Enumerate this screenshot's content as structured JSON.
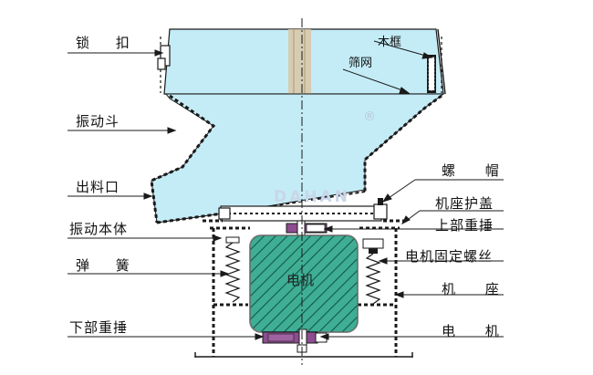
{
  "labels": {
    "lock_buckle": "锁 扣",
    "vibration_hopper": "振动斗",
    "discharge_outlet": "出料口",
    "vibration_body": "振动本体",
    "spring": "弹 簧",
    "lower_weight": "下部重捶",
    "wood_frame": "木框",
    "screen_mesh": "筛网",
    "nut_cap": "螺 帽",
    "base_cover": "机座护盖",
    "upper_weight": "上部重捶",
    "motor_bolt": "电机固定螺丝",
    "base": "机 座",
    "motor": "电 机",
    "motor_body": "电机"
  },
  "watermark": {
    "text": "DAHAN",
    "registered": "®"
  },
  "colors": {
    "hopper_fill": "#c4ecf6",
    "outline": "#1a1a1a",
    "motor_fill": "#3fae95",
    "motor_hatch": "#0f5a48",
    "weight_fill": "#8d4d8f",
    "screen_strip": "#d9c7a6",
    "watermark": "#c9d6ea"
  }
}
